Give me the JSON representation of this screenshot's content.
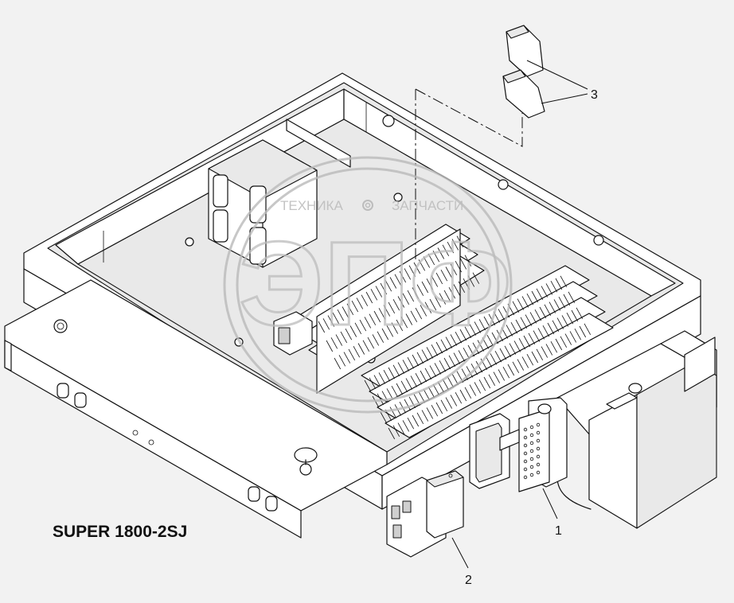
{
  "model_label": "SUPER 1800-2SJ",
  "callouts": [
    {
      "id": "1",
      "label": "1"
    },
    {
      "id": "2",
      "label": "2"
    },
    {
      "id": "3",
      "label": "3"
    }
  ],
  "watermark": {
    "left_word": "ТЕХНИКА",
    "right_word": "ЗАПЧАСТИ",
    "logo_letters": "ЭПФ",
    "gear_icon": "gear-icon"
  },
  "colors": {
    "line": "#111111",
    "background": "#f2f2f2",
    "watermark": "#bcbcbc"
  }
}
